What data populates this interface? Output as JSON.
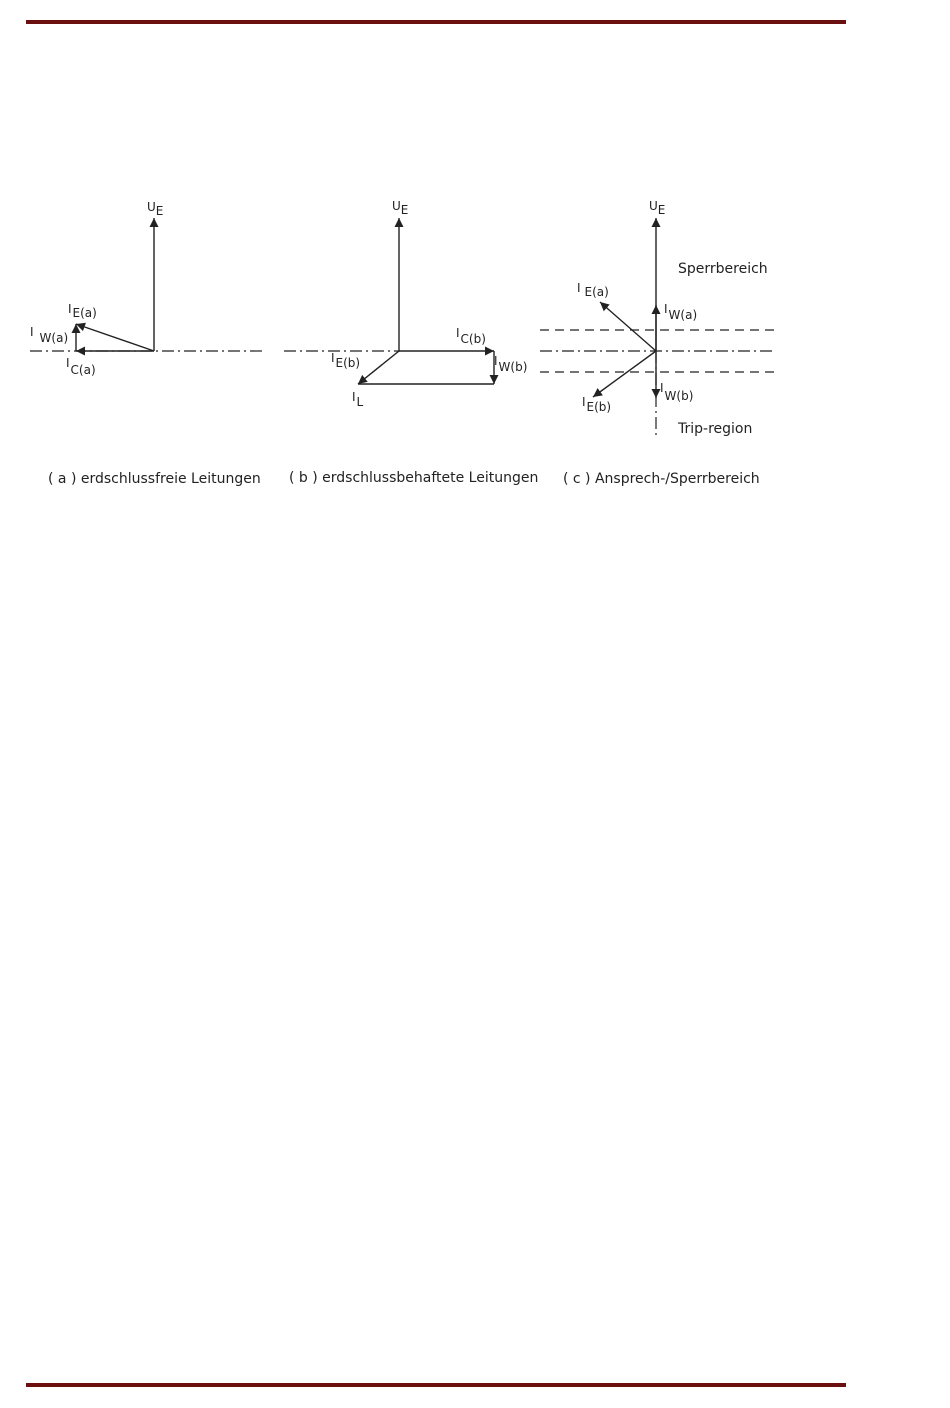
{
  "colors": {
    "rule": "#6b0f0f",
    "ink": "#222222"
  },
  "panel_a": {
    "ue": {
      "main": "U",
      "sub": "E"
    },
    "ie": {
      "main": "I",
      "sub": "E(a)"
    },
    "iw": {
      "main": "I",
      "sub": "W(a)"
    },
    "ic": {
      "main": "I",
      "sub": "C(a)"
    },
    "caption": "( a )  erdschlussfreie Leitungen"
  },
  "panel_b": {
    "ue": {
      "main": "U",
      "sub": "E"
    },
    "ic": {
      "main": "I",
      "sub": "C(b)"
    },
    "ie": {
      "main": "I",
      "sub": "E(b)"
    },
    "iw": {
      "main": "I",
      "sub": "W(b)"
    },
    "il": {
      "main": "I",
      "sub": "L"
    },
    "caption": "( b )  erdschlussbehaftete Leitungen"
  },
  "panel_c": {
    "ue": {
      "main": "U",
      "sub": "E"
    },
    "region_top": "Sperrbereich",
    "region_bottom": "Trip-region",
    "iea": {
      "main": "I",
      "sub": "E(a)"
    },
    "iwa": {
      "main": "I",
      "sub": "W(a)"
    },
    "ieb": {
      "main": "I",
      "sub": "E(b)"
    },
    "iwb": {
      "main": "I",
      "sub": "W(b)"
    },
    "caption": "( c )  Ansprech-/Sperrbereich"
  }
}
